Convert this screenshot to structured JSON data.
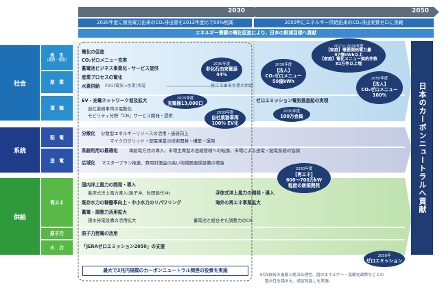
{
  "timeline": {
    "year_2030": "2030",
    "year_2050": "2050"
  },
  "goals": {
    "goal_2030": "2030年度に販売電力由来のCO₂排出量を2013年度比で50%削減",
    "goal_2050": "2050年にエネルギー供給由来のCO₂排出実質ゼロに挑戦",
    "electrification": "エネルギー需要の電化促進により、日本の削減目標へ貢献"
  },
  "categories": {
    "society": "社会",
    "grid": "系統",
    "supply": "供給"
  },
  "subcategories": {
    "consumer": "民　生",
    "consumer_note": "(業務・家庭)",
    "industry": "産　業",
    "transport": "運　輸",
    "distribution": "配　電",
    "transmission": "送　電",
    "renewable": "再エネ",
    "nuclear": "原子力",
    "thermal": "火　力"
  },
  "society_text": {
    "l1": "電化の促進",
    "l2": "CO₂ゼロメニュー充実",
    "l3": "蓄電池ビジネス事業化・サービス提供",
    "l4": "産業プロセスの電化",
    "l5": "水素供給",
    "l5b": "P2G(電気→水素)実証",
    "l5c": "再エネ由来水素の供給",
    "l6": "EV・充電ネットワーク普及拡大",
    "l7": "自社業務車両の電動化",
    "l8": "モビリティ分野「CN」サービス開発・提供",
    "l9": "ゼロエミッション電気推進船の実現"
  },
  "grid_text": {
    "d1": "分散化",
    "d1b": "分散型エネルギーリソースの活用・価値向上",
    "d2": "マイクログリッド・配電事業の技術開発・構築・運用",
    "d3": "系統利用の最適化",
    "d3b": "再給電方式の導入、市場主導型の混雑管理への転換、市場による送電・配電系統の協調",
    "d4": "広域化",
    "d4b": "マスタープラン推進、費用対便益の高い地域間連係設備の増強"
  },
  "supply_text": {
    "s1": "国内洋上風力の開発・導入",
    "s2": "着床式洋上風力導入(銚子沖、秋田能代沖)",
    "s2b": "浮体式洋上風力の開発・導入",
    "s3": "既存水力の稼働率向上・中小水力のリパワリング",
    "s3b": "海外の再エネ事業拡大",
    "s4": "蓄電・調整力活用拡大",
    "s5": "揚水発電設備の活用拡大",
    "s5b": "蓄電池と組合せた調整力のCN",
    "s6": "原子力発電の活用",
    "s7": "「JERAゼロエミッション2050」の支援",
    "invest": "最大で3兆円規模のカーボンニュートラル関連の投資を実施"
  },
  "bubbles": {
    "b1": [
      "2030年度",
      "非化石由来電源",
      "44%"
    ],
    "b2": [
      "2025年度",
      "充電器13,000口"
    ],
    "b3": [
      "2030年度",
      "自社業務車両",
      "100% EV化"
    ],
    "b4": [
      "2030年度",
      "【法人】",
      "CO₂ゼロメニュー",
      "50億kWh"
    ],
    "b5": [
      "2021～2030年度",
      "【家庭】需要開拓電力量",
      "97億kWh以上",
      "【家庭】電化メニュー契約件数",
      "82万件以上増"
    ],
    "b6": [
      "2030年度",
      "100万会員"
    ],
    "b7": [
      "2050年度",
      "【法人】",
      "CO₂ゼロメニュー",
      "100%"
    ],
    "b8": [
      "2030年度",
      "【再エネ】",
      "600～700万kW",
      "程度の新規開発"
    ],
    "b9": [
      "2050年",
      "ゼロエミッション"
    ]
  },
  "vertical_label": "日本のカーボンニュートラルへ貢献",
  "footnote": {
    "l1": "※CN技術の進展と経済合理性、国のエネルギー・温暖化政策などとの",
    "l2": "整合性を踏まえ、適宜見直しを実施。"
  },
  "colors": {
    "society_cat": "#1d70b5",
    "society_sub": "#2a8fcf",
    "grid_cat": "#1f3c8a",
    "grid_sub": "#2c53a8",
    "supply_cat": "#2e9a3c",
    "supply_sub": "#58b947",
    "bubble": "#1f3c73",
    "header": "#2a6fb8"
  }
}
